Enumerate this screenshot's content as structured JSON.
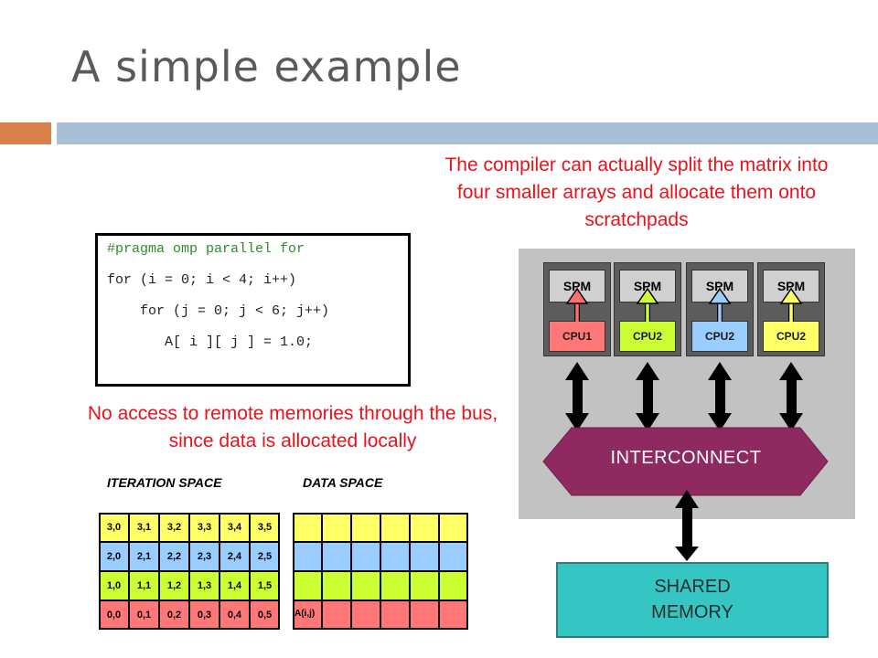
{
  "slide": {
    "title": "A simple example"
  },
  "annotations": {
    "top_note": "The compiler can actually split the matrix into four smaller arrays and allocate them onto scratchpads",
    "middle_note": "No access to remote memories through the bus, since data is allocated locally"
  },
  "code": {
    "lines": [
      "#pragma omp parallel for",
      "for (i = 0; i < 4; i++)",
      "    for (j = 0; j < 6; j++)",
      "       A[ i ][ j ] = 1.0;"
    ]
  },
  "iteration_space": {
    "label": "ITERATION SPACE",
    "rows": [
      [
        "3,0",
        "3,1",
        "3,2",
        "3,3",
        "3,4",
        "3,5"
      ],
      [
        "2,0",
        "2,1",
        "2,2",
        "2,3",
        "2,4",
        "2,5"
      ],
      [
        "1,0",
        "1,1",
        "1,2",
        "1,3",
        "1,4",
        "1,5"
      ],
      [
        "0,0",
        "0,1",
        "0,2",
        "0,3",
        "0,4",
        "0,5"
      ]
    ],
    "row_colors": [
      "#ffff66",
      "#99ccff",
      "#ccff33",
      "#ff7777"
    ]
  },
  "data_space": {
    "label": "DATA SPACE",
    "cell_label": "A(i,j)"
  },
  "architecture": {
    "scratchpad_label": "SPM",
    "cpus": [
      {
        "label": "CPU1",
        "color": "#ff7777",
        "arrow_color": "#ff6f6f"
      },
      {
        "label": "CPU2",
        "color": "#ccff33",
        "arrow_color": "#ccff33"
      },
      {
        "label": "CPU2",
        "color": "#99ccff",
        "arrow_color": "#99ccff"
      },
      {
        "label": "CPU2",
        "color": "#ffff66",
        "arrow_color": "#ffff66"
      }
    ],
    "interconnect_label": "INTERCONNECT",
    "interconnect_color": "#8e2a60",
    "shared_memory_line1": "SHARED",
    "shared_memory_line2": "MEMORY"
  }
}
